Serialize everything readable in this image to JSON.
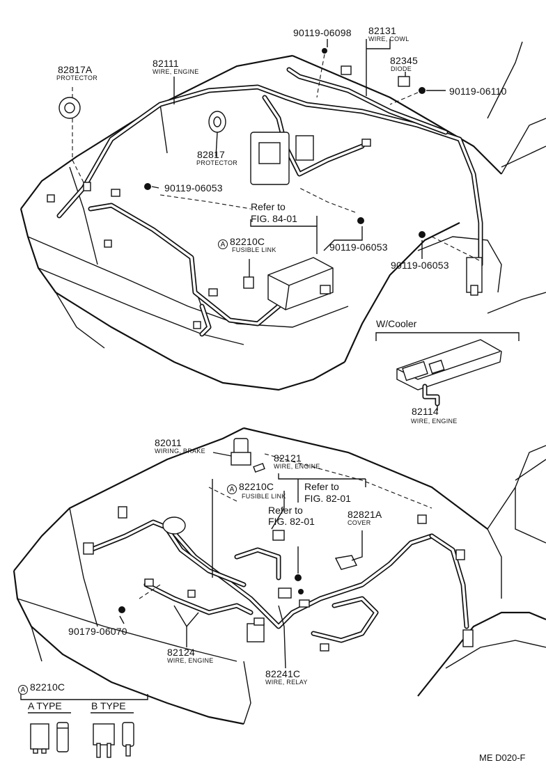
{
  "upper": {
    "labels": [
      {
        "id": "p-82817A",
        "num": "82817A",
        "desc": "PROTECTOR"
      },
      {
        "id": "p-82111",
        "num": "82111",
        "desc": "WIRE, ENGINE"
      },
      {
        "id": "p-90119-06098",
        "num": "90119-06098",
        "desc": ""
      },
      {
        "id": "p-82131",
        "num": "82131",
        "desc": "WIRE, COWL"
      },
      {
        "id": "p-82345",
        "num": "82345",
        "desc": "DIODE"
      },
      {
        "id": "p-90119-06110",
        "num": "90119-06110",
        "desc": ""
      },
      {
        "id": "p-82817",
        "num": "82817",
        "desc": "PROTECTOR"
      },
      {
        "id": "p-90119-06053a",
        "num": "90119-06053",
        "desc": ""
      },
      {
        "id": "p-82210C-u",
        "num": "82210C",
        "desc": "FUSIBLE LINK",
        "marker": "A"
      },
      {
        "id": "p-90119-06053b",
        "num": "90119-06053",
        "desc": ""
      },
      {
        "id": "p-90119-06053c",
        "num": "90119-06053",
        "desc": ""
      }
    ],
    "ref": {
      "line1": "Refer to",
      "line2": "FIG. 84-01"
    }
  },
  "cooler": {
    "title": "W/Cooler",
    "num": "82114",
    "desc": "WIRE, ENGINE"
  },
  "lower": {
    "labels": [
      {
        "id": "p-82011",
        "num": "82011",
        "desc": "WIRING, BRAKE"
      },
      {
        "id": "p-82121",
        "num": "82121",
        "desc": "WIRE, ENGINE"
      },
      {
        "id": "p-82210C-l",
        "num": "82210C",
        "desc": "FUSIBLE LINK",
        "marker": "A"
      },
      {
        "id": "p-82821A",
        "num": "82821A",
        "desc": "COVER"
      },
      {
        "id": "p-90179-06070",
        "num": "90179-06070",
        "desc": ""
      },
      {
        "id": "p-82124",
        "num": "82124",
        "desc": "WIRE, ENGINE"
      },
      {
        "id": "p-82241C",
        "num": "82241C",
        "desc": "WIRE, RELAY"
      }
    ],
    "ref1": {
      "line1": "Refer to",
      "line2": "FIG. 82-01"
    },
    "ref2": {
      "line1": "Refer to",
      "line2": "FIG. 82-01"
    }
  },
  "legend": {
    "marker": "A",
    "num": "82210C",
    "type_a": "A TYPE",
    "type_b": "B TYPE"
  },
  "footer": {
    "code": "ME D020-F"
  }
}
